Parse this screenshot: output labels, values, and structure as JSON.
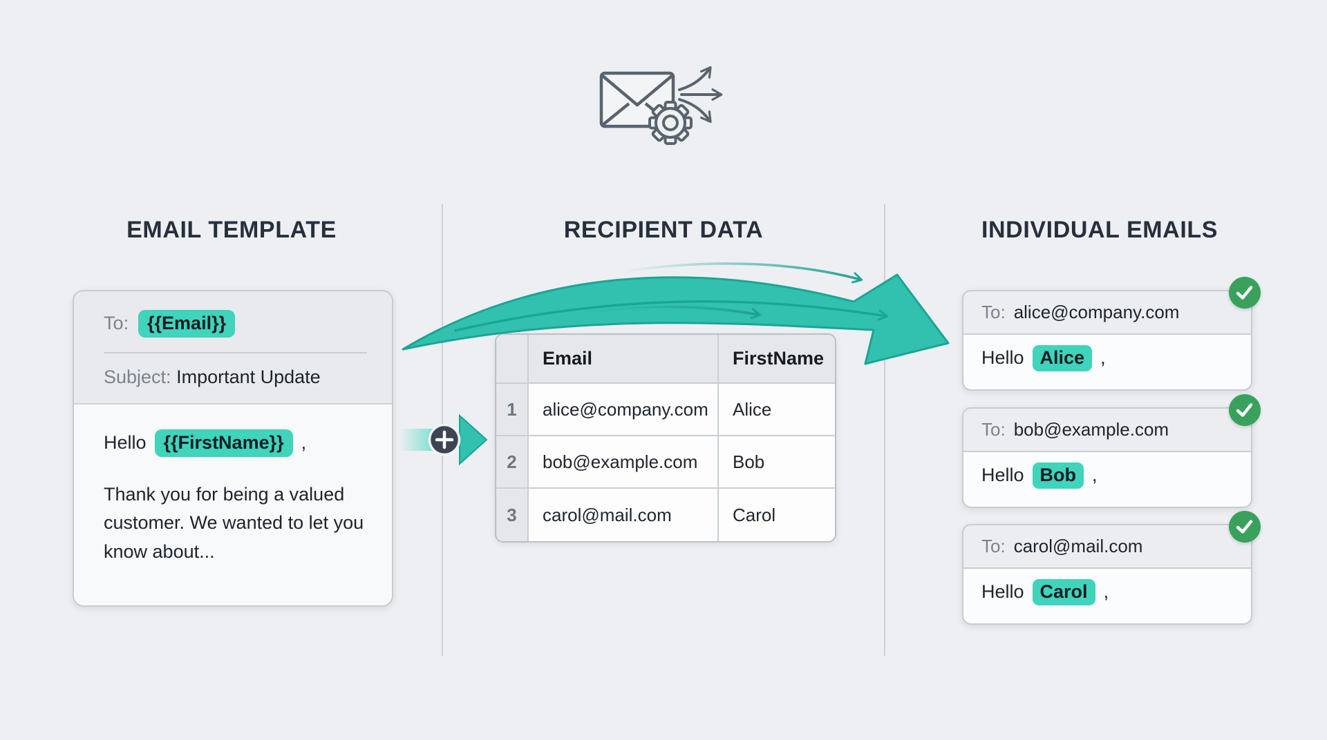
{
  "colors": {
    "background": "#edeff2",
    "heading_text": "#26303d",
    "accent_teal_highlight": "#3fd4bb",
    "arrow_fill": "#31c1ae",
    "arrow_stroke": "#1aa596",
    "success_green": "#3aa15c",
    "merge_badge_dark": "#3d4552",
    "muted_label": "#7b838e"
  },
  "header_icon": {
    "name": "envelope-gear-fanout-icon"
  },
  "template_section": {
    "heading": "EMAIL TEMPLATE",
    "card": {
      "to_label": "To:",
      "to_variable": "{{Email}}",
      "subject_label": "Subject:",
      "subject_value": "Important Update",
      "greeting_prefix": "Hello",
      "greeting_variable": "{{FirstName}}",
      "greeting_suffix": ",",
      "body_text": "Thank you for being a valued customer. We wanted to let you know about..."
    }
  },
  "recipient_section": {
    "heading": "RECIPIENT DATA",
    "table": {
      "columns": [
        "Email",
        "FirstName"
      ],
      "rows": [
        {
          "num": "1",
          "email": "alice@company.com",
          "first_name": "Alice"
        },
        {
          "num": "2",
          "email": "bob@example.com",
          "first_name": "Bob"
        },
        {
          "num": "3",
          "email": "carol@mail.com",
          "first_name": "Carol"
        }
      ]
    }
  },
  "individual_section": {
    "heading": "INDIVIDUAL EMAILS",
    "emails": [
      {
        "to_label": "To:",
        "to_address": "alice@company.com",
        "greeting_prefix": "Hello",
        "name": "Alice",
        "greeting_suffix": ","
      },
      {
        "to_label": "To:",
        "to_address": "bob@example.com",
        "greeting_prefix": "Hello",
        "name": "Bob",
        "greeting_suffix": ","
      },
      {
        "to_label": "To:",
        "to_address": "carol@mail.com",
        "greeting_prefix": "Hello",
        "name": "Carol",
        "greeting_suffix": ","
      }
    ]
  }
}
